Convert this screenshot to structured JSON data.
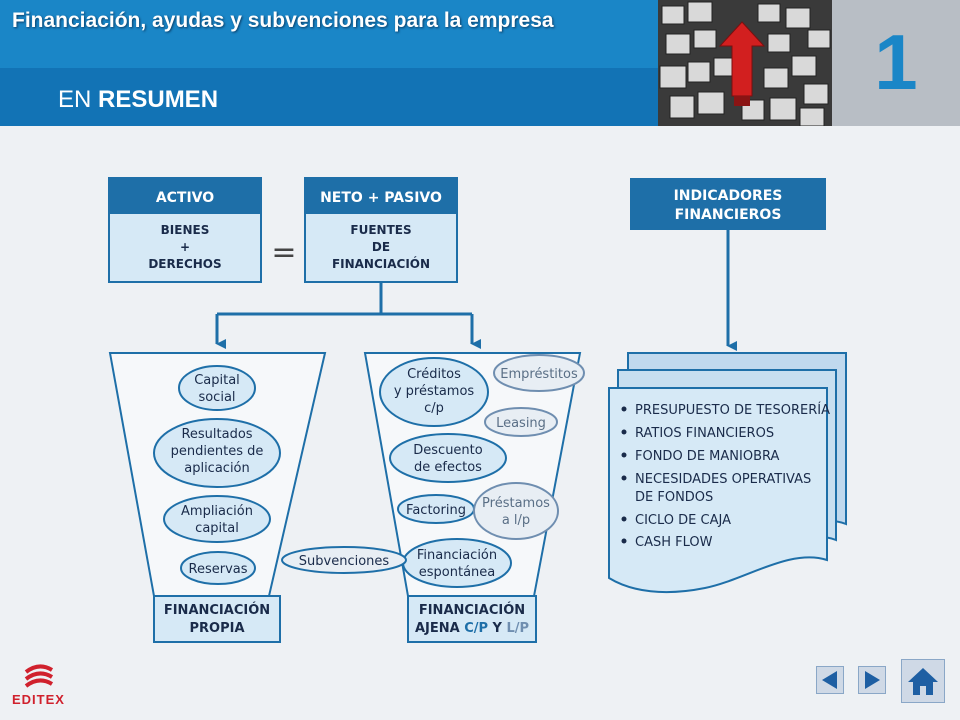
{
  "header": {
    "title": "Financiación, ayudas y subvenciones para la empresa",
    "subtitle_a": "EN",
    "subtitle_b": " RESUMEN",
    "chapter_number": "1"
  },
  "diagram": {
    "activo": {
      "title": "ACTIVO",
      "lines": [
        "BIENES",
        "+",
        "DERECHOS"
      ]
    },
    "equals": "=",
    "neto": {
      "title": "NETO + PASIVO",
      "lines": [
        "FUENTES",
        "DE",
        "FINANCIACIÓN"
      ]
    },
    "indicadores": {
      "title_lines": [
        "INDICADORES",
        "FINANCIEROS"
      ]
    },
    "propia": {
      "items": [
        {
          "lines": [
            "Capital",
            "social"
          ]
        },
        {
          "lines": [
            "Resultados",
            "pendientes de",
            "aplicación"
          ]
        },
        {
          "lines": [
            "Ampliación",
            "capital"
          ]
        },
        {
          "lines": [
            "Reservas"
          ]
        }
      ],
      "label_lines": [
        "FINANCIACIÓN",
        "PROPIA"
      ]
    },
    "subvenciones": "Subvenciones",
    "ajena": {
      "items": [
        {
          "lines": [
            "Créditos",
            "y préstamos",
            "c/p"
          ]
        },
        {
          "lines": [
            "Empréstitos"
          ]
        },
        {
          "lines": [
            "Leasing"
          ]
        },
        {
          "lines": [
            "Descuento",
            "de efectos"
          ]
        },
        {
          "lines": [
            "Factoring"
          ]
        },
        {
          "lines": [
            "Préstamos",
            "a l/p"
          ]
        },
        {
          "lines": [
            "Financiación",
            "espontánea"
          ]
        }
      ],
      "label_line1": "FINANCIACIÓN",
      "label_line2_prefix": "AJENA ",
      "label_cp": "C/P",
      "label_y": " Y ",
      "label_lp": "L/P"
    },
    "indicators_list": [
      "PRESUPUESTO DE TESORERÍA",
      "RATIOS FINANCIEROS",
      "FONDO DE MANIOBRA",
      "NECESIDADES OPERATIVAS",
      "DE FONDOS",
      "CICLO DE CAJA",
      "CASH FLOW"
    ]
  },
  "footer": {
    "logo": "EDITEX"
  },
  "colors": {
    "header_blue": "#1a86c7",
    "box_dark": "#1e6fa8",
    "box_light": "#d6e9f6",
    "red_accent": "#d0212d"
  }
}
